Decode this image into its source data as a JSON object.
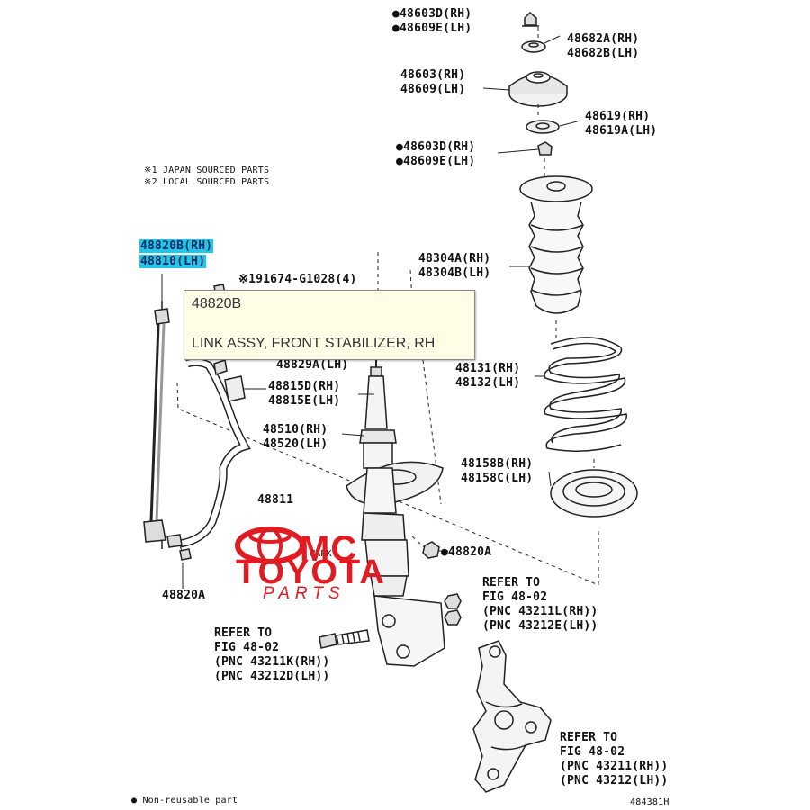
{
  "notes": {
    "japan": "※1 JAPAN SOURCED PARTS",
    "local": "※2 LOCAL SOURCED PARTS",
    "non_reusable": "● Non-reusable part",
    "illustration_id": "484381H"
  },
  "labels": {
    "nut_48603D_rh": "●48603D(RH)",
    "nut_48609E_lh": "●48609E(LH)",
    "insulator_rh": "48682A(RH)",
    "insulator_lh": "48682B(LH)",
    "support_rh": "48603(RH)",
    "support_lh": "48609(LH)",
    "bearing_rh": "48619(RH)",
    "bearing_lh": "48619A(LH)",
    "nut2_rh": "●48603D(RH)",
    "nut2_lh": "●48609E(LH)",
    "link_rh": "48820B(RH)",
    "link_lh": "48810(LH)",
    "bushing_ref": "※191674-G1028(4)",
    "bushing_partial": "48829A(LH)",
    "bracket_rh": "48815D(RH)",
    "bracket_lh": "48815E(LH)",
    "absorber_rh": "48510(RH)",
    "absorber_lh": "48520(LH)",
    "stabilizer_bar": "48811",
    "nut_48820A_right": "●48820A",
    "nut_48820A_left": "48820A",
    "bumper_rh": "48304A(RH)",
    "bumper_lh": "48304B(LH)",
    "spring_rh": "48131(RH)",
    "spring_lh": "48132(LH)",
    "lower_insulator_rh": "48158B(RH)",
    "lower_insulator_lh": "48158C(LH)",
    "ref1_a": "REFER TO",
    "ref1_b": "FIG 48-02",
    "ref1_c": "(PNC 43211L(RH))",
    "ref1_d": "(PNC 43212E(LH))",
    "ref2_a": "REFER TO",
    "ref2_b": "FIG 48-02",
    "ref2_c": "(PNC 43211K(RH))",
    "ref2_d": "(PNC 43212D(LH))",
    "ref3_a": "REFER TO",
    "ref3_b": "FIG 48-02",
    "ref3_c": "(PNC 43211(RH))",
    "ref3_d": "(PNC 43212(LH))",
    "mark": "MARK"
  },
  "tooltip": {
    "part_number": "48820B",
    "description": "LINK ASSY, FRONT STABILIZER, RH"
  },
  "watermark": {
    "mc": "MC",
    "toyota": "TOYOTA",
    "parts": "PARTS"
  },
  "colors": {
    "highlight": "#22c6e6",
    "watermark": "#e11b22",
    "tooltip_bg": "#fffde6"
  }
}
